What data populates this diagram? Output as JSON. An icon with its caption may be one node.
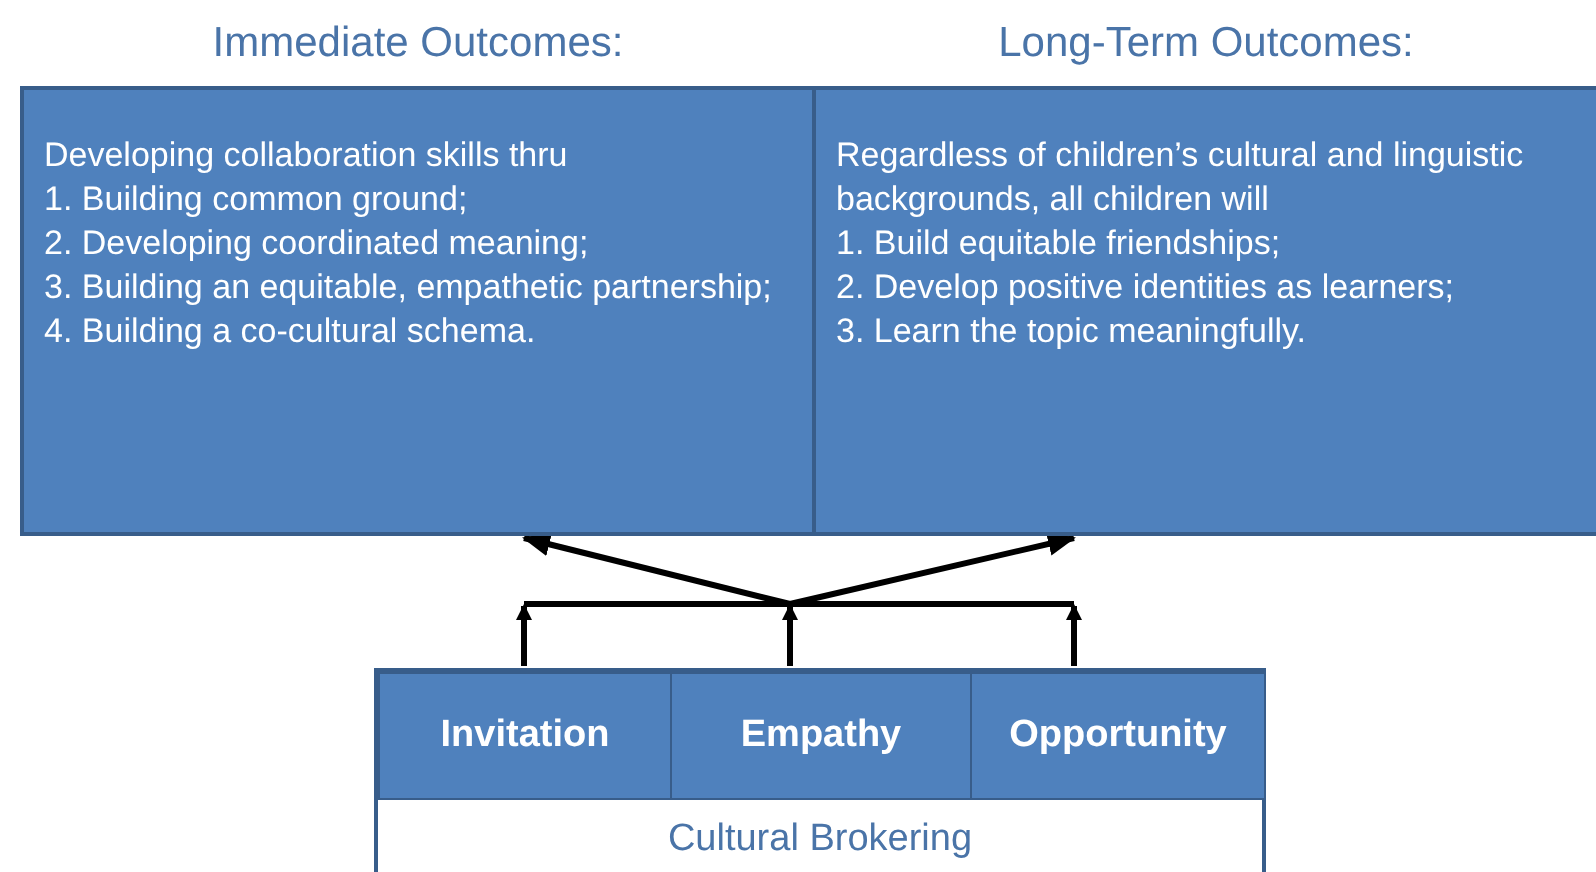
{
  "diagram": {
    "nodes": [
      {
        "text": [
          "Immediate Outcomes:",
          "Developing collaboration skills thru",
          "1. Building common ground;",
          "2. Developing coordinated meaning;",
          "3. Building an equitable, empathetic partnership;",
          "4. Building a co-cultural schema."
        ]
      },
      {
        "text": [
          "Long-Term Outcomes:",
          "Regardless of children’s cultural and linguistic backgrounds, all children will",
          "1. Build equitable friendships;",
          "2. Develop positive identities as learners;",
          "3. Learn the topic meaningfully."
        ]
      },
      {
        "text": [
          "Cultural Brokering"
        ]
      },
      {
        "text": [
          "Invitation"
        ],
        "in": 2
      },
      {
        "text": [
          "Empathy"
        ],
        "in": 2
      },
      {
        "text": [
          "Opportunity"
        ],
        "in": 2
      }
    ],
    "edges": [
      {
        "from": 3,
        "to": 0,
        "arrow": "to"
      },
      {
        "from": 3,
        "to": 1,
        "arrow": "to"
      },
      {
        "from": 4,
        "to": 0,
        "arrow": "to"
      },
      {
        "from": 4,
        "to": 1,
        "arrow": "to"
      },
      {
        "from": 5,
        "to": 0,
        "arrow": "to"
      },
      {
        "from": 5,
        "to": 1,
        "arrow": "to"
      }
    ]
  }
}
